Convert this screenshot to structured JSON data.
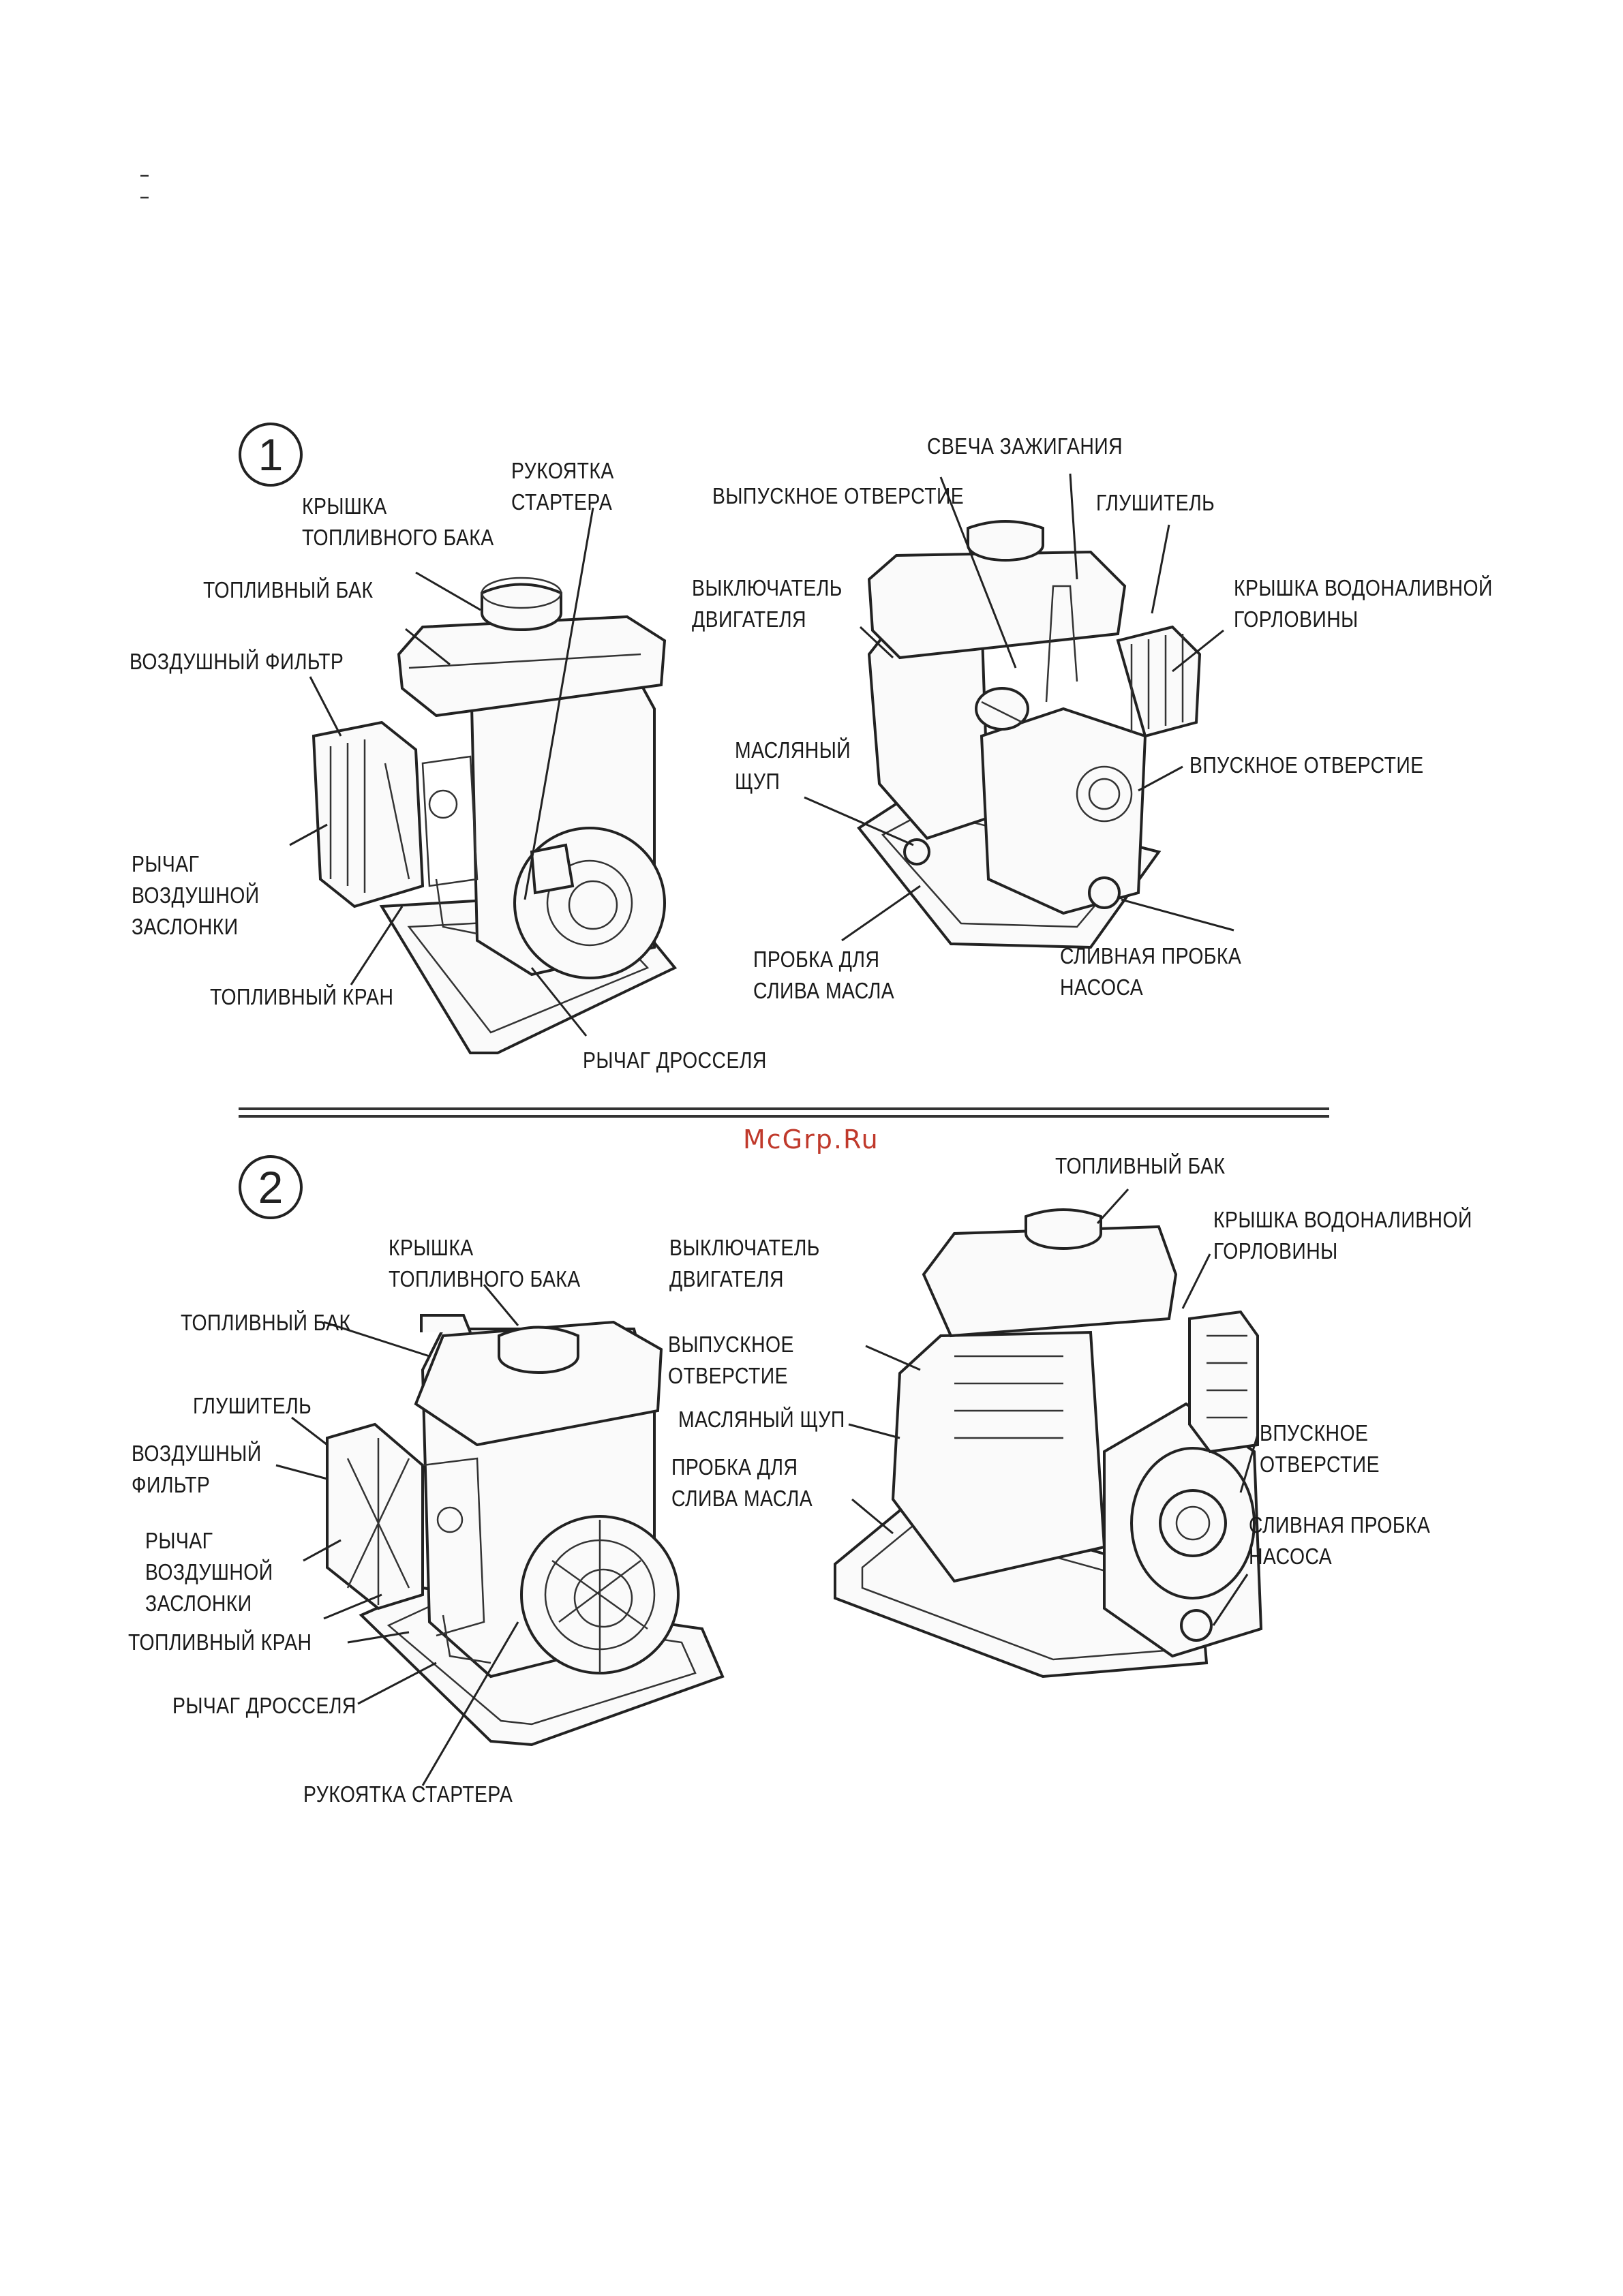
{
  "section_markers": [
    "1",
    "2"
  ],
  "watermark": "McGrp.Ru",
  "figure1": {
    "left_view": {
      "starter_handle": [
        "РУКОЯТКА",
        "СТАРТЕРА"
      ],
      "fuel_tank_cap": [
        "КРЫШКА",
        "ТОПЛИВНОГО БАКА"
      ],
      "fuel_tank": "ТОПЛИВНЫЙ БАК",
      "air_filter": "ВОЗДУШНЫЙ ФИЛЬТР",
      "choke_lever": [
        "РЫЧАГ",
        "ВОЗДУШНОЙ",
        "ЗАСЛОНКИ"
      ],
      "fuel_valve": "ТОПЛИВНЫЙ КРАН",
      "throttle_lever": "РЫЧАГ ДРОССЕЛЯ"
    },
    "right_view": {
      "spark_plug": "СВЕЧА ЗАЖИГАНИЯ",
      "outlet": "ВЫПУСКНОЕ ОТВЕРСТИЕ",
      "muffler": "ГЛУШИТЕЛЬ",
      "engine_switch": [
        "ВЫКЛЮЧАТЕЛЬ",
        "ДВИГАТЕЛЯ"
      ],
      "priming_cap": [
        "КРЫШКА ВОДОНАЛИВНОЙ",
        "ГОРЛОВИНЫ"
      ],
      "dipstick": [
        "МАСЛЯНЫЙ",
        "ЩУП"
      ],
      "inlet": "ВПУСКНОЕ ОТВЕРСТИЕ",
      "oil_drain": [
        "ПРОБКА ДЛЯ",
        "СЛИВА МАСЛА"
      ],
      "pump_drain": [
        "СЛИВНАЯ ПРОБКА",
        "НАСОСА"
      ]
    }
  },
  "figure2": {
    "left_view": {
      "fuel_tank_cap": [
        "КРЫШКА",
        "ТОПЛИВНОГО БАКА"
      ],
      "engine_switch": [
        "ВЫКЛЮЧАТЕЛЬ",
        "ДВИГАТЕЛЯ"
      ],
      "fuel_tank": "ТОПЛИВНЫЙ БАК",
      "outlet": [
        "ВЫПУСКНОЕ",
        "ОТВЕРСТИЕ"
      ],
      "muffler": "ГЛУШИТЕЛЬ",
      "dipstick": "МАСЛЯНЫЙ ЩУП",
      "air_filter": [
        "ВОЗДУШНЫЙ",
        "ФИЛЬТР"
      ],
      "oil_drain": [
        "ПРОБКА ДЛЯ",
        "СЛИВА МАСЛА"
      ],
      "choke_lever": [
        "РЫЧАГ",
        "ВОЗДУШНОЙ",
        "ЗАСЛОНКИ"
      ],
      "fuel_valve": "ТОПЛИВНЫЙ КРАН",
      "throttle_lever": "РЫЧАГ ДРОССЕЛЯ",
      "starter_handle": "РУКОЯТКА СТАРТЕРА"
    },
    "right_view": {
      "fuel_tank": "ТОПЛИВНЫЙ БАК",
      "priming_cap": [
        "КРЫШКА ВОДОНАЛИВНОЙ",
        "ГОРЛОВИНЫ"
      ],
      "inlet": [
        "ВПУСКНОЕ",
        "ОТВЕРСТИЕ"
      ],
      "pump_drain": [
        "СЛИВНАЯ ПРОБКА",
        "НАСОСА"
      ]
    }
  }
}
